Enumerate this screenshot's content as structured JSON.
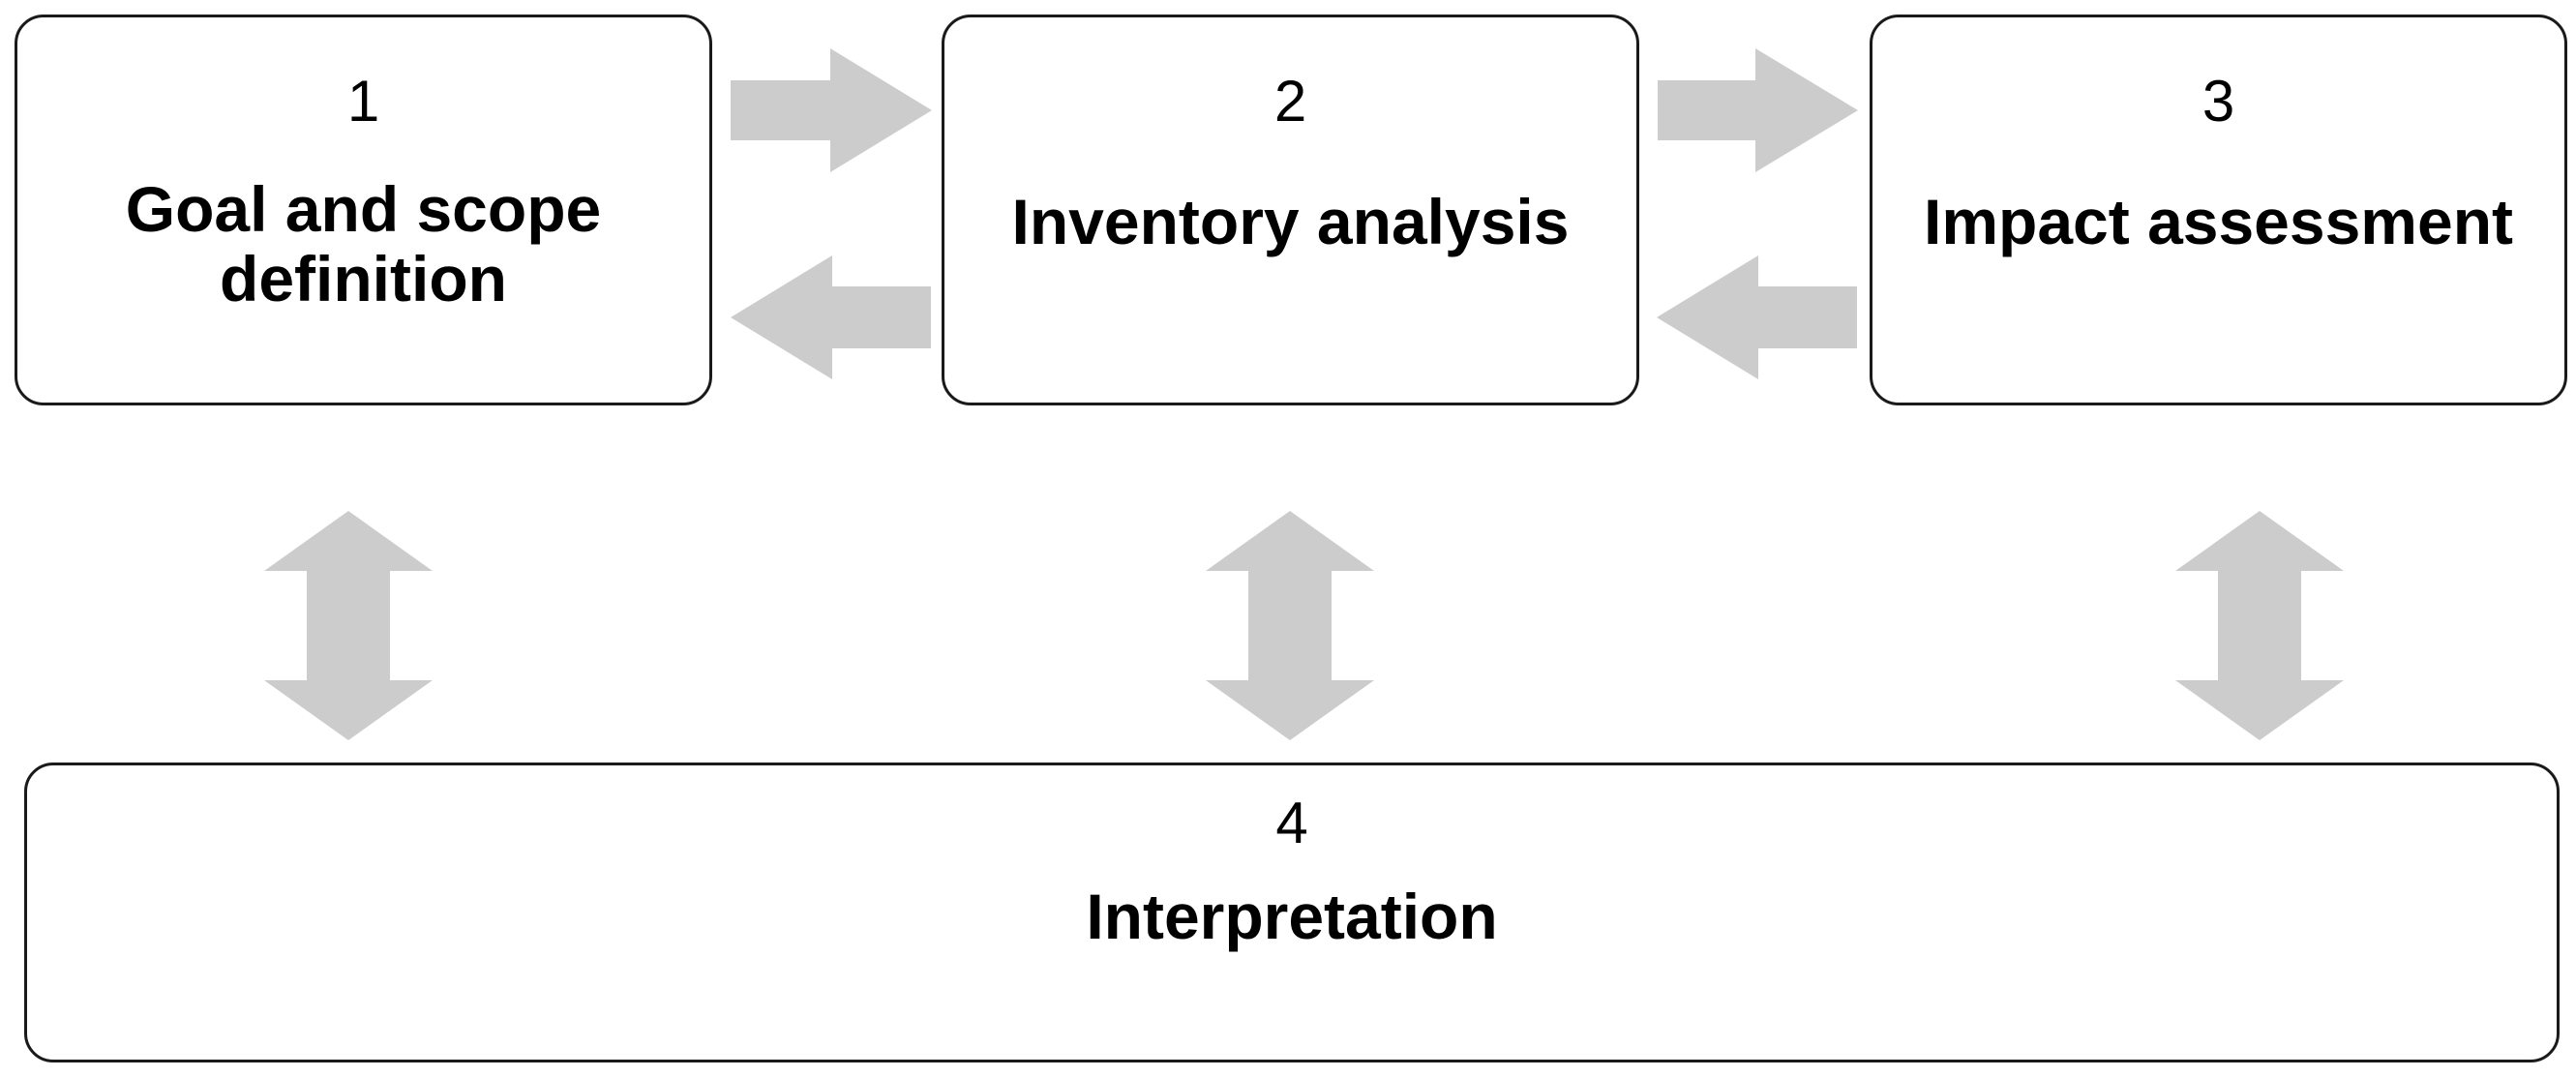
{
  "steps": [
    {
      "number": "1",
      "title_line1": "Goal and scope",
      "title_line2": "definition"
    },
    {
      "number": "2",
      "title": "Inventory analysis"
    },
    {
      "number": "3",
      "title": "Impact assessment"
    },
    {
      "number": "4",
      "title": "Interpretation"
    }
  ],
  "colors": {
    "box_border": "#1a1a1a",
    "arrow_fill": "#cccccc",
    "background": "#ffffff"
  }
}
